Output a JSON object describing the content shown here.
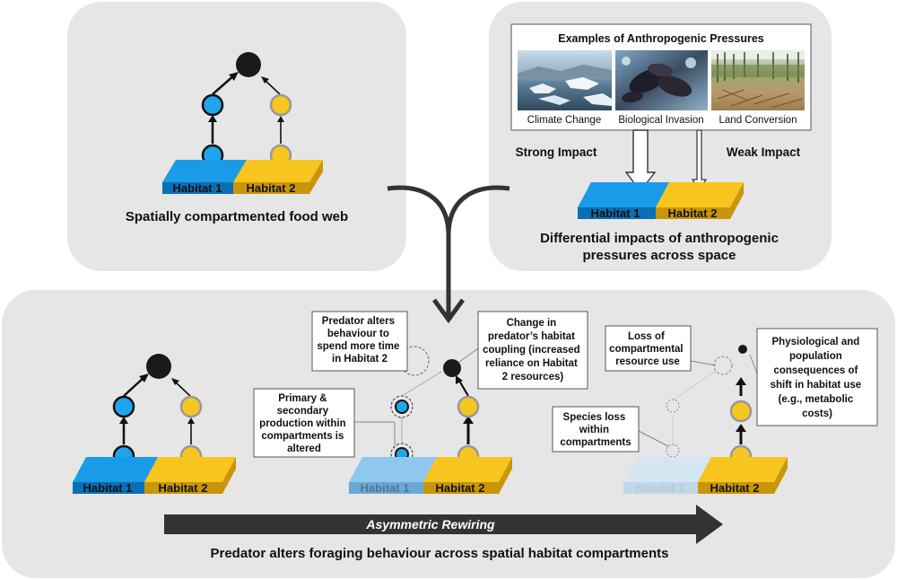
{
  "colors": {
    "panel": "#e6e6e6",
    "habitat1": "#1a9be8",
    "habitat1_side": "#0b6fb3",
    "habitat2": "#f7c51e",
    "habitat2_side": "#c9960a",
    "predator": "#1a1a1a",
    "consumer_blue": "#1fa4ef",
    "consumer_yellow": "#f8c620",
    "rewiring_arrow": "#333333"
  },
  "panel_a": {
    "caption": "Spatially compartmented food web",
    "habitat1": "Habitat 1",
    "habitat2": "Habitat 2"
  },
  "panel_b": {
    "title": "Examples of Anthropogenic Pressures",
    "pressures": [
      {
        "label": "Climate Change",
        "icon": "glacier-photo"
      },
      {
        "label": "Biological Invasion",
        "icon": "mussels-photo"
      },
      {
        "label": "Land Conversion",
        "icon": "clearcut-photo"
      }
    ],
    "strong": "Strong Impact",
    "weak": "Weak Impact",
    "habitat1": "Habitat 1",
    "habitat2": "Habitat 2",
    "caption_line1": "Differential impacts of anthropogenic",
    "caption_line2": "pressures across space"
  },
  "panel_c": {
    "habitat1": "Habitat 1",
    "habitat2": "Habitat 2",
    "callout_behaviour": [
      "Predator alters",
      "behaviour to",
      "spend more time",
      "in Habitat 2"
    ],
    "callout_coupling": [
      "Change in",
      "predator’s habitat",
      "coupling (increased",
      "reliance on Habitat",
      "2 resources)"
    ],
    "callout_production": [
      "Primary &",
      "secondary",
      "production within",
      "compartments is",
      "altered"
    ],
    "callout_loss_comp": [
      "Loss of",
      "compartmental",
      "resource use"
    ],
    "callout_species_loss": [
      "Species loss",
      "within",
      "compartments"
    ],
    "callout_physio": [
      "Physiological and",
      "population",
      "consequences of",
      "shift in habitat use",
      "(e.g., metabolic",
      "costs)"
    ],
    "rewiring": "Asymmetric Rewiring",
    "caption": "Predator alters foraging behaviour across spatial habitat compartments"
  }
}
